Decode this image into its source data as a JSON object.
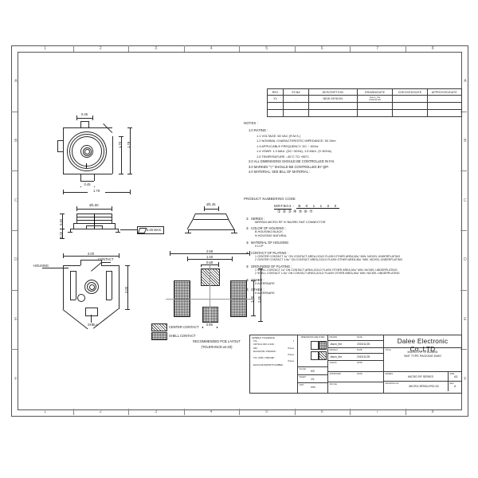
{
  "sheet": {
    "zones_h": [
      "1",
      "2",
      "3",
      "4",
      "5",
      "6",
      "7",
      "8"
    ],
    "zones_v": [
      "A",
      "B",
      "C",
      "D",
      "E",
      "F"
    ]
  },
  "revision_table": {
    "headers": [
      "REV",
      "ECN#",
      "DESCRIPTION",
      "DRAWN/DATE",
      "CHECKED/DATE",
      "APPROVED/DATE"
    ],
    "rows": [
      {
        "rev": "X1",
        "ecn": "-",
        "description": "NEW DESIGN",
        "drawn": "Jason_the",
        "drawn_date": "2015/11/25",
        "checked": "",
        "approved": ""
      },
      {
        "rev": "",
        "ecn": "",
        "description": "",
        "drawn": "",
        "drawn_date": "",
        "checked": "",
        "approved": ""
      },
      {
        "rev": "",
        "ecn": "",
        "description": "",
        "drawn": "",
        "drawn_date": "",
        "checked": "",
        "approved": ""
      }
    ]
  },
  "notes": {
    "heading": "NOTES :",
    "items": [
      {
        "num": "1.0",
        "text": "RATING :",
        "subs": [
          {
            "num": "1.1",
            "text": "VOLTAGE :60 VAC (R.M.S.)"
          },
          {
            "num": "1.2",
            "text": "NOMINAL CHARACTERISTIC IMPEDANCE: 50 Ohm"
          },
          {
            "num": "1.3",
            "text": "APPLICABLE FREQUENCY: DC ~ 6GHz"
          },
          {
            "num": "1.4",
            "text": "VSWR: 1.3 MAX. (DC~3GHz), 1.5 MAX. (3~6GHz)"
          },
          {
            "num": "1.5",
            "text": "TEMPERATURE :-40°C TO +85°C"
          }
        ]
      },
      {
        "num": "2.0",
        "text": "ALL DIMENSIONS SHOULD BE CONTROLLED IN FAI.",
        "subs": []
      },
      {
        "num": "3.0",
        "text": "MARKED \"▽\" SHOULD BE CONTROLLED BY QIP.",
        "subs": []
      },
      {
        "num": "4.0",
        "text": "MATERIAL: SEE BILL OF MATERIAL :",
        "subs": []
      }
    ]
  },
  "product_numbering": {
    "heading": "PRODUCT NUMBERING CODE",
    "base": "MRFB04",
    "dash": "-",
    "digits": [
      "B",
      "0",
      "1",
      "1",
      "0",
      "0"
    ],
    "circles": [
      "①",
      "②",
      "③",
      "④",
      "⑤",
      "⑥",
      "⑦"
    ],
    "items": [
      {
        "circle": "①",
        "label": "SERIES :",
        "lines": [
          "MRFB04  MICRO RF IV BAORD SMT CONNECTOR"
        ]
      },
      {
        "circle": "②",
        "label": "COLOR OF HOUSING :",
        "lines": [
          "B  HOUSING BLACK",
          "N  HOUSING NATURAL"
        ]
      },
      {
        "circle": "③",
        "label": "MATERIAL OF HOUSING",
        "lines": [
          "0  LCP"
        ]
      },
      {
        "circle": "④",
        "label": "CONTACT OF PLATING :",
        "lines": [
          "1  CENTER CONTACT 1u\" ON CONTACT AREA,GOLD FLASH OTHER AREA,50u\" MIN. NICKEL UNDERPLATING",
          "2  CENTER CONTACT 1.5u\" ON CONTACT AREA,GOLD FLASH OTHER AREA,50u\" MIN. NICKEL UNDERPLATING"
        ]
      },
      {
        "circle": "⑤",
        "label": "GROUNDED OF PLATING :",
        "lines": [
          "1  SHELL CONTACT 1u\" ON CONTACT AREA,GOLD FLASH OTHER AREA,50u\" MIN. NICKEL UNDERPLATING",
          "2  SHELL CONTACT 1.5u\" ON CONTACT AREA,GOLD FLASH OTHER AREA,50u\" MIN. NICKEL UNDERPLATING"
        ]
      },
      {
        "circle": "⑥",
        "label": "OTHER :",
        "lines": [
          "0  ALTERNATE"
        ]
      },
      {
        "circle": "⑦",
        "label": "OTHER :",
        "lines": [
          "0  ALTERNATE"
        ]
      }
    ]
  },
  "views": {
    "top_view": {
      "dims": [
        {
          "value": "0.35",
          "pos": "top"
        },
        {
          "value": "1.70",
          "pos": "right-inner"
        },
        {
          "value": "1.79",
          "pos": "right-outer"
        },
        {
          "value": "0.45",
          "pos": "bottom-inner"
        },
        {
          "value": "1.79",
          "pos": "bottom-outer"
        }
      ]
    },
    "side_view": {
      "dims": [
        {
          "value": "Ø1.50",
          "pos": "top"
        },
        {
          "value": "0.40",
          "pos": "left-upper"
        },
        {
          "value": "0.20",
          "pos": "left-lower"
        }
      ],
      "note": "0.45 MAX."
    },
    "section_view": {
      "dims": [
        {
          "value": "Ø1.45",
          "pos": "top"
        }
      ]
    },
    "bottom_view": {
      "dims": [
        {
          "value": "2.00",
          "pos": "top"
        },
        {
          "value": "2.00",
          "pos": "right"
        }
      ],
      "callouts": [
        "HOUSING",
        "CONTACT",
        "SHELL"
      ]
    },
    "pcb_layout": {
      "title": "RECOMMENDED PCB LAYOUT",
      "tolerance": "(TOLERANCE:±0.03)",
      "dims": [
        {
          "value": "2.58",
          "pos": "top-outer"
        },
        {
          "value": "1.40",
          "pos": "top-mid"
        },
        {
          "value": "0.68",
          "pos": "top-inner"
        },
        {
          "value": "1.30",
          "pos": "right-inner"
        },
        {
          "value": "2.30",
          "pos": "right-outer"
        },
        {
          "value": "0.50",
          "pos": "bottom"
        }
      ],
      "legend": [
        {
          "pattern": "diagonal",
          "label": "CENTER CONTACT"
        },
        {
          "pattern": "checker",
          "label": "SHELL CONTACT"
        }
      ]
    }
  },
  "title_block": {
    "general_tol": {
      "heading": "GENERAL TOLERANCE:",
      "rows": [
        {
          "label": "TOL :",
          "value": "±"
        },
        {
          "label": "CRITICAL DIM. & SUR. :",
          "value": ""
        },
        {
          "label": "DIM :",
          "value": "Pieces"
        },
        {
          "label": "MAJOR DIM. CHECKED :",
          "value": ""
        },
        {
          "label": "",
          "value": "Pieces"
        },
        {
          "label": "TOL. DIMN. CHECKED :",
          "value": ""
        },
        {
          "label": "",
          "value": "Pieces"
        },
        {
          "label": "EVALUATE REPORTS NUMBER",
          "value": ""
        }
      ]
    },
    "units_label": "DIMENSIONS ARE IN MM",
    "scale": {
      "label": "SCALE",
      "value": "NS"
    },
    "sheet": {
      "label": "SHEET",
      "value": "1/1"
    },
    "unit": {
      "label": "UNIT",
      "value": "mm"
    },
    "drawn": {
      "label": "DRAWN",
      "value": "Jason_the",
      "date_label": "DATE",
      "date": "2015/11/25"
    },
    "design": {
      "label": "DESIGN",
      "value": "Jason_the",
      "date_label": "DATE",
      "date": "2015/11/25"
    },
    "check": {
      "label": "CHECK",
      "value": "",
      "date_label": "DATE",
      "date": ""
    },
    "approved": {
      "label": "APPROVED",
      "value": "",
      "date_label": "DATE",
      "date": ""
    },
    "file": {
      "label": "3D FILE",
      "value": ""
    },
    "company": "Dalee Electronic Co.,LTD",
    "title_label": "TITLE",
    "title_lines": [
      "MICRO RF IV BOARD",
      "SMT TYPE PACKING DWG"
    ],
    "series": {
      "label": "SERIES",
      "value": "MICRO RF SERIES"
    },
    "drawing_no": {
      "label": "DRAWING NO",
      "value": "MICRO-RFB04-P00-00"
    },
    "size": {
      "label": "SIZE",
      "value": "A3"
    },
    "rev": {
      "label": "REV",
      "value": "A"
    }
  }
}
